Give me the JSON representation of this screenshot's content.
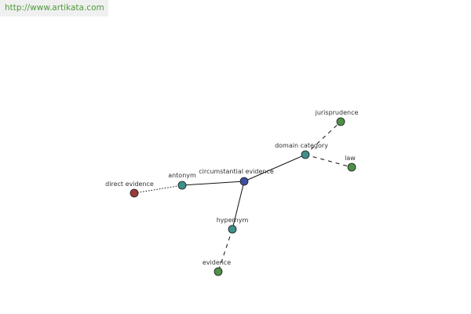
{
  "header": {
    "url": "http://www.artikata.com"
  },
  "nodes": [
    {
      "id": "circumstantial",
      "label": "circumstantial evidence",
      "color": "#3b4fa0"
    },
    {
      "id": "antonym",
      "label": "antonym",
      "color": "#3f8f8a"
    },
    {
      "id": "direct",
      "label": "direct evidence",
      "color": "#9a3b3b"
    },
    {
      "id": "hypernym",
      "label": "hypernym",
      "color": "#3f8f8a"
    },
    {
      "id": "evidence",
      "label": "evidence",
      "color": "#4f9048"
    },
    {
      "id": "domain",
      "label": "domain category",
      "color": "#3f8f8a"
    },
    {
      "id": "jurisprudence",
      "label": "jurisprudence",
      "color": "#4f9048"
    },
    {
      "id": "law",
      "label": "law",
      "color": "#4f9048"
    }
  ],
  "edges": [
    {
      "from": "circumstantial",
      "to": "antonym",
      "style": "solid"
    },
    {
      "from": "circumstantial",
      "to": "hypernym",
      "style": "solid"
    },
    {
      "from": "circumstantial",
      "to": "domain",
      "style": "solid"
    },
    {
      "from": "antonym",
      "to": "direct",
      "style": "dotted"
    },
    {
      "from": "hypernym",
      "to": "evidence",
      "style": "dashed"
    },
    {
      "from": "domain",
      "to": "jurisprudence",
      "style": "dashed"
    },
    {
      "from": "domain",
      "to": "law",
      "style": "dashed"
    }
  ]
}
